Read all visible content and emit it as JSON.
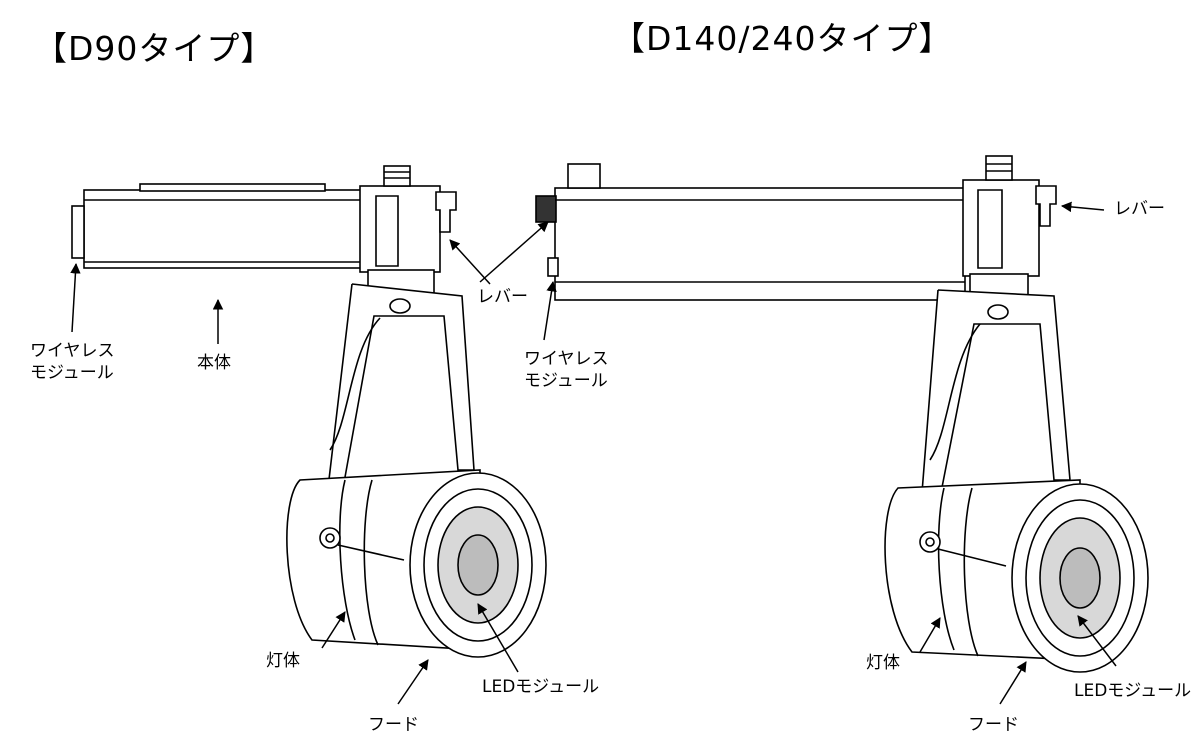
{
  "titles": {
    "left": "【D90タイプ】",
    "right": "【D140/240タイプ】"
  },
  "left_labels": {
    "wireless_line1": "ワイヤレス",
    "wireless_line2": "モジュール",
    "body": "本体",
    "lever": "レバー",
    "lamp_body": "灯体",
    "hood": "フード",
    "led_module": "LEDモジュール"
  },
  "right_labels": {
    "wireless_line1": "ワイヤレス",
    "wireless_line2": "モジュール",
    "lever": "レバー",
    "lamp_body": "灯体",
    "hood": "フード",
    "led_module": "LEDモジュール"
  }
}
